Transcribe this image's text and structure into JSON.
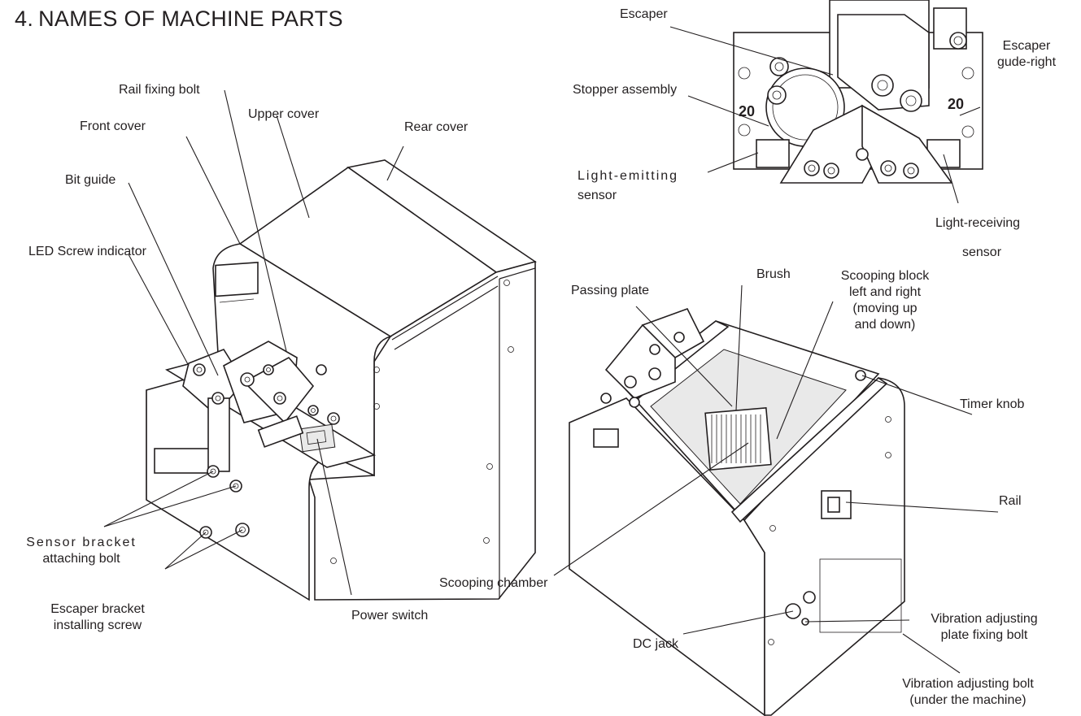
{
  "heading": {
    "number": "4.",
    "title": "NAMES OF MACHINE PARTS"
  },
  "inset_markings": {
    "left_value": "20",
    "right_value": "20"
  },
  "labels": {
    "rail_fixing_bolt": "Rail fixing bolt",
    "front_cover": "Front cover",
    "upper_cover": "Upper cover",
    "rear_cover": "Rear cover",
    "bit_guide": "Bit guide",
    "led_screw_indicator": "LED Screw indicator",
    "sensor_bracket_line1": "Sensor bracket",
    "sensor_bracket_line2": "attaching bolt",
    "escaper_bracket_line1": "Escaper bracket",
    "escaper_bracket_line2": "installing screw",
    "power_switch": "Power switch",
    "escaper": "Escaper",
    "escaper_guide_right_line1": "Escaper",
    "escaper_guide_right_line2": "gude-right",
    "stopper_assembly": "Stopper assembly",
    "light_emitting_line1": "Light-emitting",
    "light_emitting_line2": "sensor",
    "light_receiving_line1": "Light-receiving",
    "light_receiving_line2": "sensor",
    "passing_plate": "Passing plate",
    "brush": "Brush",
    "scooping_block_line1": "Scooping block",
    "scooping_block_line2": "left and right",
    "scooping_block_line3": "(moving up",
    "scooping_block_line4": "and down)",
    "timer_knob": "Timer knob",
    "rail": "Rail",
    "scooping_chamber": "Scooping chamber",
    "dc_jack": "DC jack",
    "vib_plate_line1": "Vibration adjusting",
    "vib_plate_line2": "plate fixing bolt",
    "vib_bolt_line1": "Vibration adjusting bolt",
    "vib_bolt_line2": "(under the machine)"
  }
}
